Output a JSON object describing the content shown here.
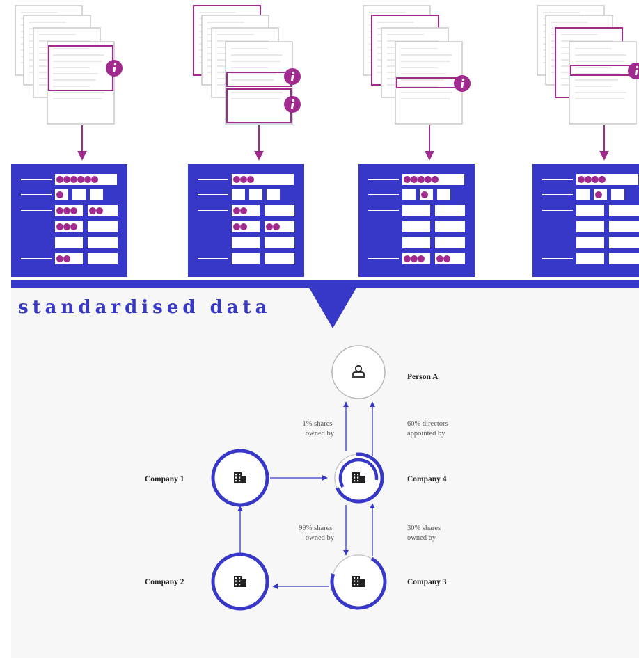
{
  "headline": "standardised data",
  "colors": {
    "brand_blue": "#3838c8",
    "accent_magenta": "#a02a8e",
    "doc_gray": "#c8c8c8",
    "panel_bg": "#f7f7f7",
    "node_gray": "#9a9a9a"
  },
  "documents": [
    {
      "name": "filing-1",
      "info_markers": 1
    },
    {
      "name": "filing-2",
      "info_markers": 2
    },
    {
      "name": "filing-3",
      "info_markers": 1
    },
    {
      "name": "filing-4",
      "info_markers": 1
    }
  ],
  "data_cards": [
    {
      "name": "card-1",
      "rows": [
        [
          6,
          -1
        ],
        [
          1,
          0,
          0
        ],
        [
          3,
          2
        ],
        [
          3,
          0
        ],
        [
          0,
          0
        ],
        [
          2,
          0
        ]
      ]
    },
    {
      "name": "card-2",
      "rows": [
        [
          3,
          -1
        ],
        [
          0,
          0,
          0
        ],
        [
          2,
          0
        ],
        [
          2,
          2
        ],
        [
          0,
          0
        ],
        [
          0,
          0
        ]
      ]
    },
    {
      "name": "card-3",
      "rows": [
        [
          5,
          -1
        ],
        [
          0,
          1,
          0
        ],
        [
          0,
          0
        ],
        [
          0,
          0
        ],
        [
          0,
          0
        ],
        [
          3,
          2
        ]
      ]
    },
    {
      "name": "card-4",
      "rows": [
        [
          4,
          -1
        ],
        [
          0,
          1,
          0
        ],
        [
          0,
          0
        ],
        [
          0,
          0
        ],
        [
          0,
          0
        ],
        [
          0,
          0
        ]
      ]
    }
  ],
  "graph": {
    "nodes": [
      {
        "id": "person_a",
        "label": "Person A",
        "icon": "person-icon"
      },
      {
        "id": "company_4",
        "label": "Company 4",
        "icon": "building-icon"
      },
      {
        "id": "company_1",
        "label": "Company 1",
        "icon": "building-icon"
      },
      {
        "id": "company_2",
        "label": "Company 2",
        "icon": "building-icon"
      },
      {
        "id": "company_3",
        "label": "Company 3",
        "icon": "building-icon"
      }
    ],
    "edge_labels": {
      "shares_1": [
        "1% shares",
        "owned by"
      ],
      "directors_60": [
        "60% directors",
        "appointed by"
      ],
      "shares_99": [
        "99% shares",
        "owned by"
      ],
      "shares_30": [
        "30% shares",
        "owned by"
      ]
    }
  }
}
